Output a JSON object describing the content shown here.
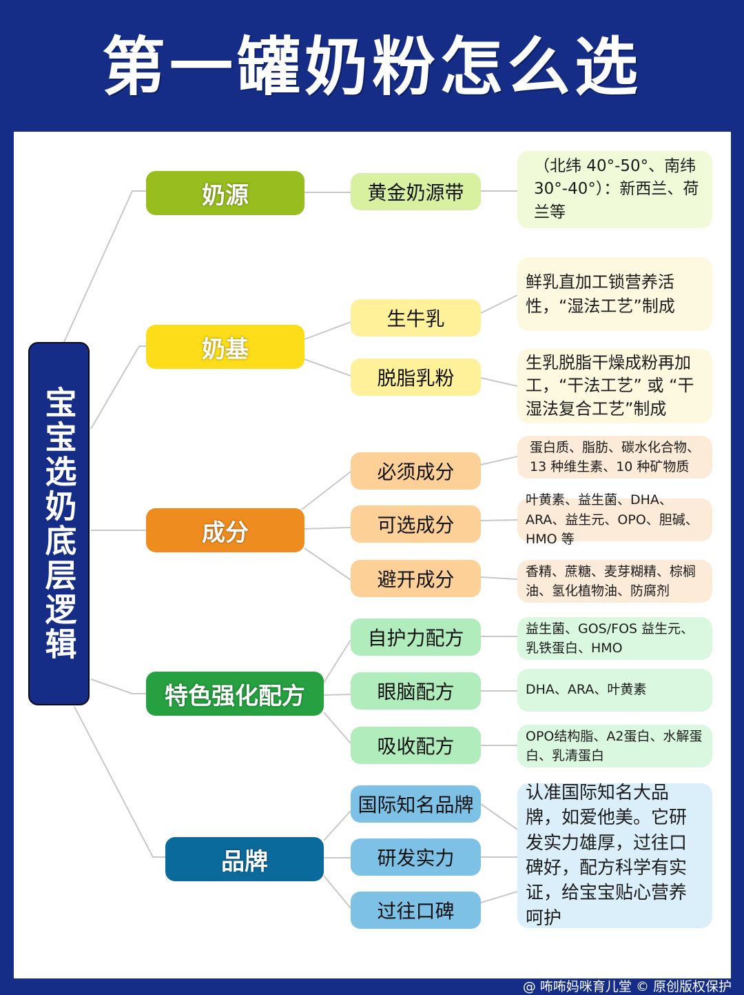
{
  "title": "第一罐奶粉怎么选",
  "root": {
    "label": "宝宝选奶底层逻辑",
    "color": "#152d87"
  },
  "branches": [
    {
      "label": "奶源",
      "color": "#97bd1f",
      "child_color": "#d8f1a0",
      "note_color": "#f1fad8",
      "children": [
        {
          "label": "黄金奶源带",
          "note": "（北纬 40°-50°、南纬 30°-40°）：新西兰、荷兰等"
        }
      ]
    },
    {
      "label": "奶基",
      "color": "#fddc1a",
      "child_color": "#fff09a",
      "note_color": "#fdf9e0",
      "children": [
        {
          "label": "生牛乳",
          "note": "鲜乳直加工锁营养活性，“湿法工艺”制成"
        },
        {
          "label": "脱脂乳粉",
          "note": "生乳脱脂干燥成粉再加工，“干法工艺” 或 “干湿法复合工艺”制成"
        }
      ]
    },
    {
      "label": "成分",
      "color": "#ef8c1f",
      "child_color": "#fdd097",
      "note_color": "#fdebd9",
      "children": [
        {
          "label": "必须成分",
          "note": "蛋白质、脂肪、碳水化合物、13 种维生素、10 种矿物质"
        },
        {
          "label": "可选成分",
          "note": "叶黄素、益生菌、DHA、ARA、益生元、OPO、胆碱、HMO 等"
        },
        {
          "label": "避开成分",
          "note": "香精、蔗糖、麦芽糊精、棕榈油、氢化植物油、防腐剂"
        }
      ]
    },
    {
      "label": "特色强化配方",
      "color": "#26a040",
      "child_color": "#b0ecbc",
      "note_color": "#d9f8df",
      "children": [
        {
          "label": "自护力配方",
          "note": "益生菌、GOS/FOS 益生元、乳铁蛋白、HMO"
        },
        {
          "label": "眼脑配方",
          "note": "DHA、ARA、叶黄素"
        },
        {
          "label": "吸收配方",
          "note": "OPO结构脂、A2蛋白、水解蛋白、乳清蛋白"
        }
      ]
    },
    {
      "label": "品牌",
      "color": "#0b6a9c",
      "child_color": "#7ec1e6",
      "note_color": "#dbeffa",
      "children": [
        {
          "label": "国际知名品牌"
        },
        {
          "label": "研发实力"
        },
        {
          "label": "过往口碑"
        }
      ],
      "shared_note": "认准国际知名大品牌，如爱他美。它研发实力雄厚，过往口碑好，配方科学有实证，给宝宝贴心营养呵护"
    }
  ],
  "footer": "@ 咘咘妈咪育儿堂 © 原创版权保护",
  "colors": {
    "background": "#152d87",
    "panel": "#ffffff",
    "connector": "#c8c8c8"
  }
}
